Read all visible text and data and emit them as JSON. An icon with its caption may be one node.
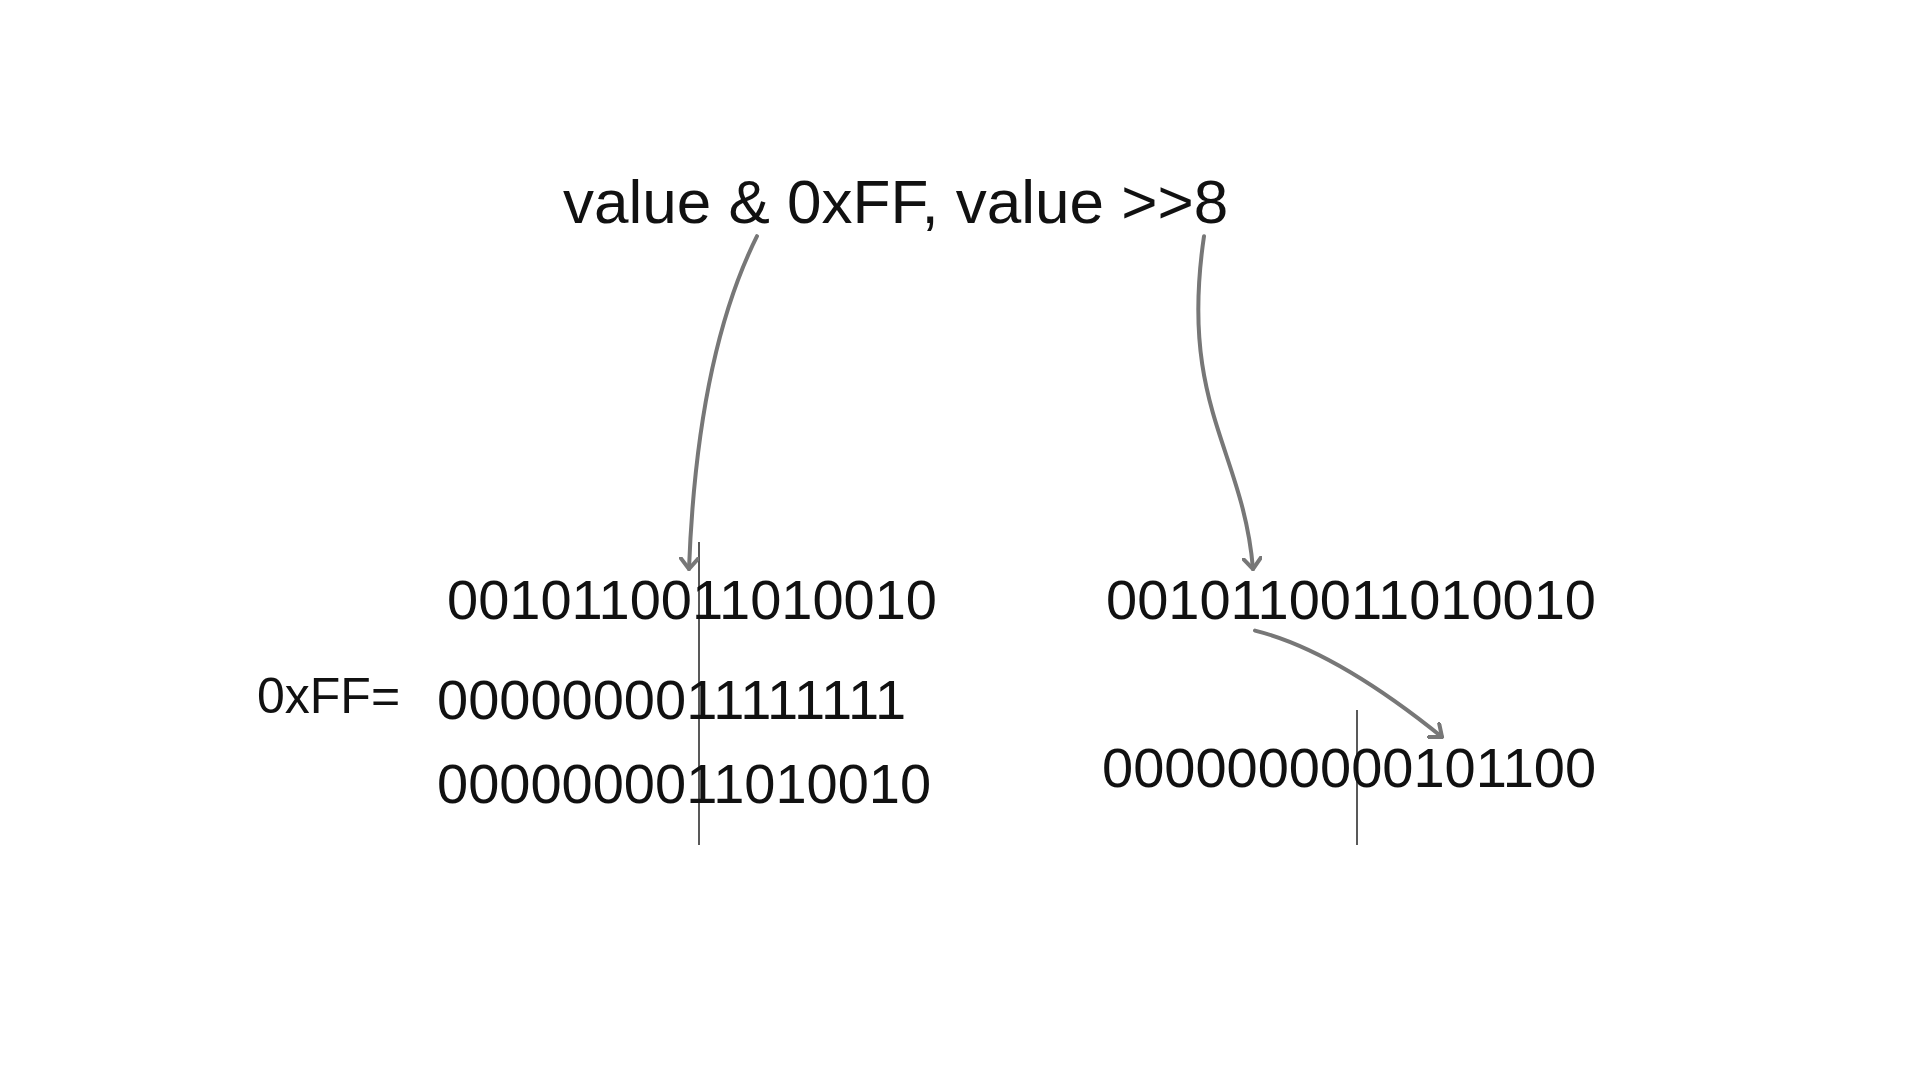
{
  "diagram": {
    "nodes": [
      {
        "text": [
          "value & 0xFF, value >>8"
        ]
      },
      {
        "text": [
          "0010110011010010"
        ]
      },
      {
        "text": [
          "0010110011010010"
        ]
      },
      {
        "text": [
          "0000000000101100"
        ]
      }
    ],
    "edges": [
      {
        "from": 0,
        "to": 1,
        "arrow": "to"
      },
      {
        "from": 0,
        "to": 2,
        "arrow": "to"
      },
      {
        "from": 2,
        "to": 3,
        "arrow": "to"
      }
    ],
    "labels": [
      "0xFF=",
      "0000000011111111",
      "0000000011010010"
    ]
  }
}
